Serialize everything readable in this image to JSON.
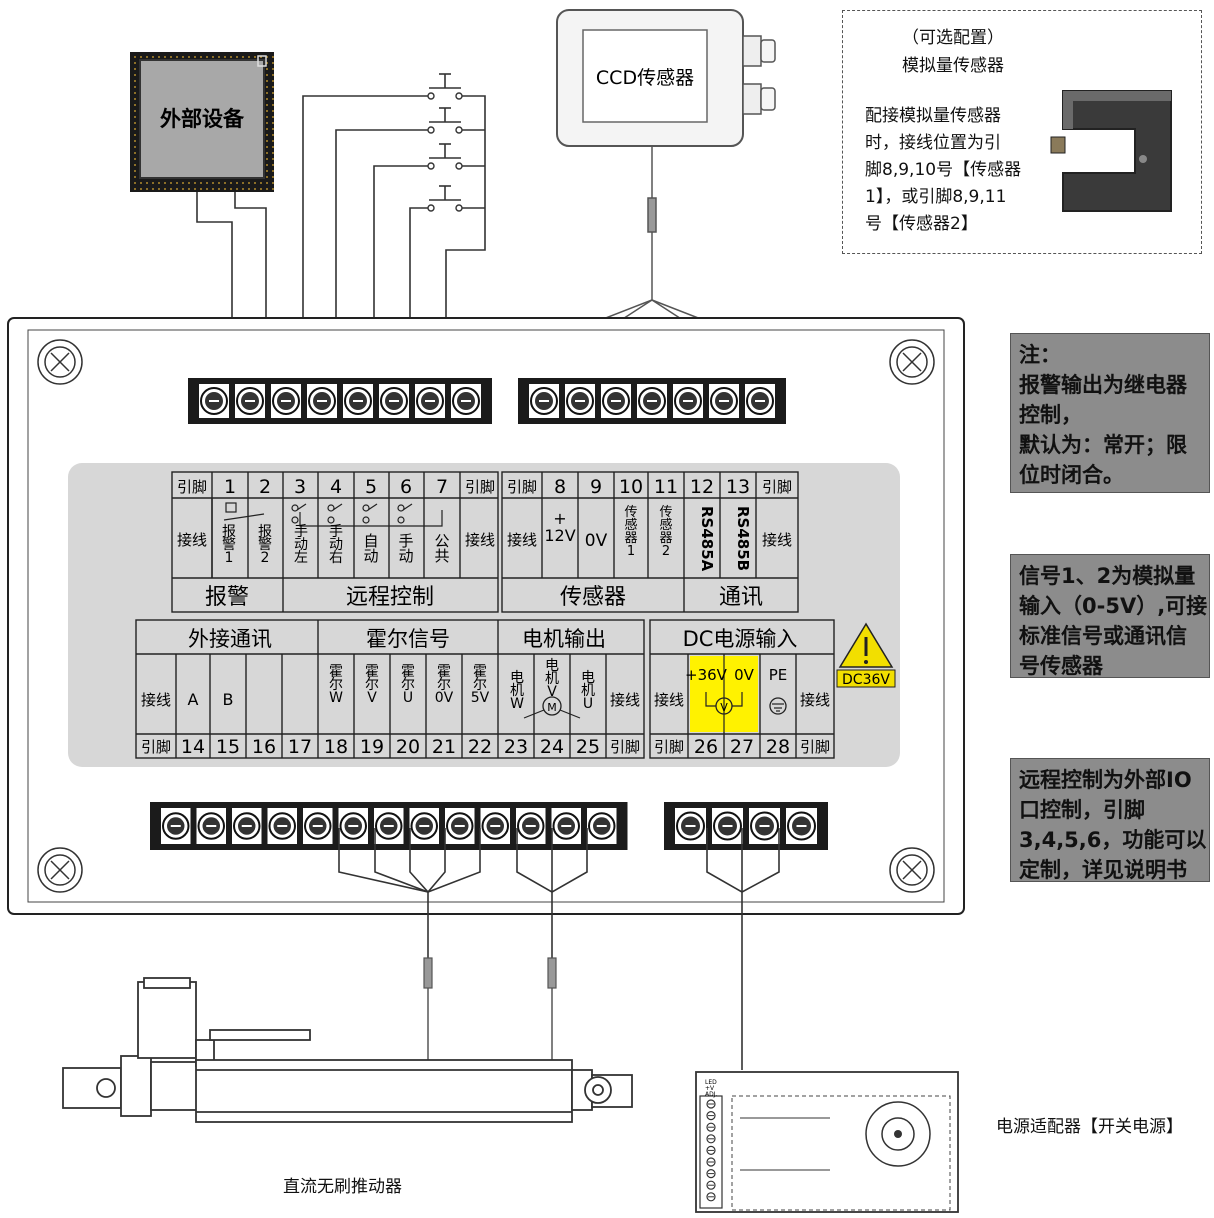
{
  "external_device": {
    "label": "外部设备"
  },
  "ccd_sensor": {
    "label": "CCD传感器"
  },
  "optional_sensor": {
    "title_line1": "（可选配置）",
    "title_line2": "模拟量传感器",
    "desc_lines": [
      "配接模拟量传感器",
      "时，接线位置为引",
      "脚8,9,10号【传感器",
      "1】，或引脚8,9,11",
      "号【传感器2】"
    ]
  },
  "notes": {
    "note1": [
      "注：",
      "报警输出为继电器",
      "控制，",
      "默认为：常开；限",
      "位时闭合。"
    ],
    "note2": [
      "信号1、2为模拟量",
      "输入（0-5V）,可接",
      "标准信号或通讯信",
      "号传感器"
    ],
    "note3": [
      "远程控制为外部IO",
      "口控制，引脚",
      "3,4,5,6，功能可以",
      "定制，详见说明书"
    ]
  },
  "upper_table": {
    "pin_label": "引脚",
    "wire_label": "接线",
    "pins": [
      "1",
      "2",
      "3",
      "4",
      "5",
      "6",
      "7",
      "8",
      "9",
      "10",
      "11",
      "12",
      "13"
    ],
    "functions": {
      "alarm1": "报警1",
      "alarm2": "报警2",
      "manual_left": "手动左",
      "manual_right": "手动右",
      "auto": "自动",
      "manual": "手动",
      "common": "公共",
      "plus12v": "+12V",
      "zero_v": "0V",
      "sensor1": "传感器1",
      "sensor2": "传感器2",
      "rs485a": "RS485A",
      "rs485b": "RS485B"
    },
    "groups": [
      "报警",
      "远程控制",
      "传感器",
      "通讯"
    ]
  },
  "lower_table": {
    "groups": [
      "外接通讯",
      "霍尔信号",
      "电机输出",
      "DC电源输入"
    ],
    "pins": [
      "14",
      "15",
      "16",
      "17",
      "18",
      "19",
      "20",
      "21",
      "22",
      "23",
      "24",
      "25",
      "26",
      "27",
      "28"
    ],
    "functions": {
      "a": "A",
      "b": "B",
      "hall_w": "霍尔W",
      "hall_v": "霍尔V",
      "hall_u": "霍尔U",
      "hall_0v": "霍尔0V",
      "hall_5v": "霍尔5V",
      "motor_w": "电机W",
      "motor_v": "电机V",
      "motor_u": "电机U",
      "plus36v": "+36V",
      "zero_v": "0V",
      "pe": "PE",
      "motor_symbol": "M",
      "volt_symbol": "V"
    }
  },
  "warning_badge": {
    "label": "DC36V",
    "color": "#f2df00"
  },
  "actuator": {
    "label": "直流无刷推动器"
  },
  "power_supply": {
    "label": "电源适配器【开关电源】",
    "panel_labels": [
      "LED",
      "+V",
      "ADJ."
    ]
  },
  "colors": {
    "note_bg": "#8c8c8c",
    "table_bg": "#d7d7d7",
    "power_highlight": "#fff200",
    "device_frame": "#1c1c1c"
  }
}
